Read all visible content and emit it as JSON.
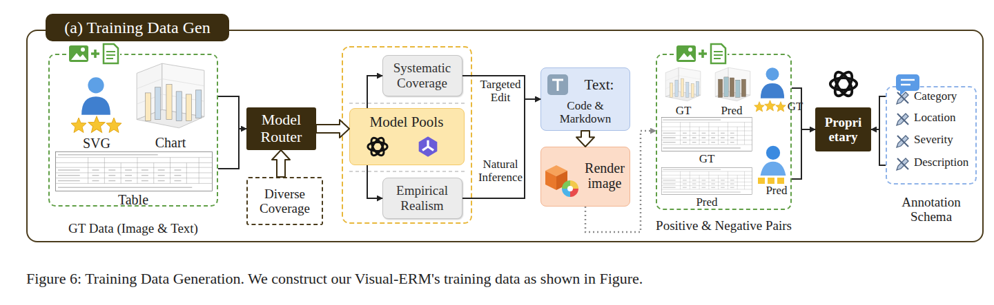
{
  "diagram": {
    "caption": "Figure 6: Training Data Generation. We construct our Visual-ERM's training data as shown in Figure.",
    "nodes": [
      {
        "text": [
          "(a) Training Data Gen"
        ]
      },
      {
        "text": [
          "GT Data (Image & Text)"
        ],
        "in": 0
      },
      {
        "text": [
          "Model Router"
        ],
        "in": 0
      },
      {
        "text": [
          "Diverse Coverage"
        ],
        "in": 0
      },
      {
        "text": [
          "Systematic Coverage"
        ],
        "in": 0
      },
      {
        "text": [
          "Model Pools"
        ],
        "in": 0
      },
      {
        "text": [
          "Empirical Realism"
        ],
        "in": 0
      },
      {
        "text": [
          "Text:",
          "Code & Markdown"
        ],
        "in": 0
      },
      {
        "text": [
          "Render image"
        ],
        "in": 0
      },
      {
        "text": [
          "Positive & Negative Pairs"
        ],
        "in": 0
      },
      {
        "text": [
          "Propri etary"
        ],
        "in": 0
      },
      {
        "text": [
          "Annotation Schema"
        ],
        "in": 0
      }
    ],
    "edges": [
      {
        "from": 1,
        "to": 2,
        "arrow": "to"
      },
      {
        "from": 3,
        "to": 2,
        "arrow": "to"
      },
      {
        "from": 2,
        "to": 5,
        "arrow": "to"
      },
      {
        "from": 5,
        "to": 4,
        "arrow": "to"
      },
      {
        "from": 5,
        "to": 6,
        "arrow": "to"
      },
      {
        "from": 4,
        "to": 7,
        "label": "Targeted Edit",
        "arrow": "to"
      },
      {
        "from": 6,
        "to": 7,
        "label": "Natural Inference",
        "arrow": "to"
      },
      {
        "from": 7,
        "to": 8,
        "arrow": "to"
      },
      {
        "from": 8,
        "to": 9,
        "arrow": "to"
      },
      {
        "from": 9,
        "to": 10,
        "arrow": "to"
      },
      {
        "from": 11,
        "to": 10,
        "arrow": "to"
      }
    ],
    "labels": [
      "SVG",
      "Chart",
      "Table",
      "GT",
      "Pred",
      "GT",
      "GT",
      "Pred",
      "Pred",
      "Category",
      "Location",
      "Severity",
      "Description"
    ]
  }
}
